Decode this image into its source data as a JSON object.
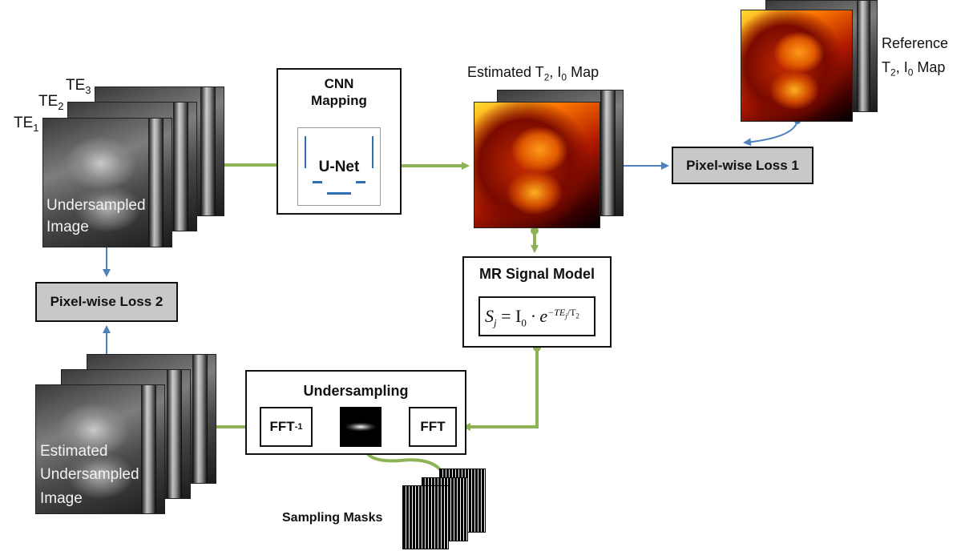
{
  "inputs": {
    "te1": "TE",
    "te1_sub": "1",
    "te2": "TE",
    "te2_sub": "2",
    "te3": "TE",
    "te3_sub": "3",
    "undersampled_line1": "Undersampled",
    "undersampled_line2": "Image"
  },
  "cnn": {
    "title_line1": "CNN",
    "title_line2": "Mapping",
    "unet_label": "U-Net"
  },
  "estimated": {
    "label_prefix": "Estimated T",
    "label_sub1": "2",
    "label_mid": ", I",
    "label_sub2": "0",
    "label_suffix": " Map"
  },
  "reference": {
    "line1": "Reference",
    "line2_prefix": "T",
    "line2_sub1": "2",
    "line2_mid": ", I",
    "line2_sub2": "0",
    "line2_suffix": " Map"
  },
  "losses": {
    "loss1": "Pixel-wise Loss 1",
    "loss2": "Pixel-wise Loss 2"
  },
  "signal_model": {
    "title": "MR Signal Model",
    "formula_lhs": "S",
    "formula_lhs_sub": "j",
    "formula_eq": " = I",
    "formula_i_sub": "0",
    "formula_dot": " · e",
    "formula_exp": "−TE",
    "formula_exp_sub": "j",
    "formula_exp_tail": "/T",
    "formula_exp_tail_sub": "2"
  },
  "undersampling": {
    "title": "Undersampling",
    "fft": "FFT",
    "ifft": "FFT",
    "ifft_sup": "-1"
  },
  "outputs": {
    "line1": "Estimated",
    "line2": "Undersampled",
    "line3": "Image"
  },
  "masks": {
    "label": "Sampling Masks"
  },
  "colors": {
    "green_arrow": "#8db356",
    "blue_arrow": "#4f81bd",
    "loss_fill": "#c8c8c8"
  }
}
